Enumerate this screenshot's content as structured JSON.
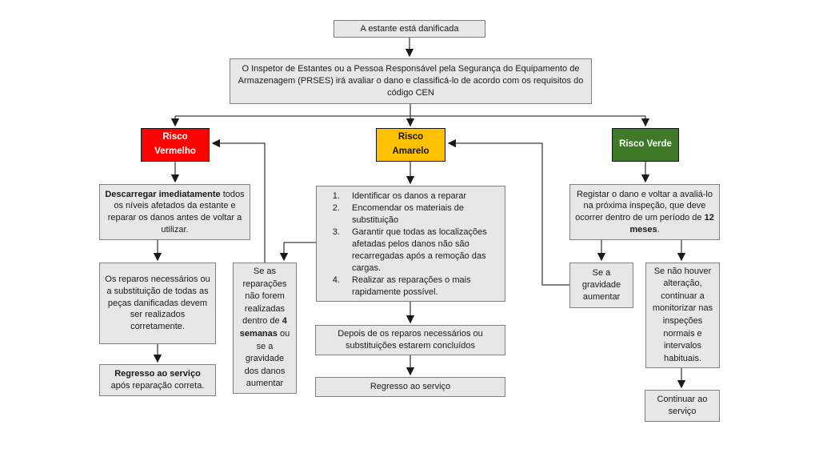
{
  "diagram": {
    "start": "A estante está danificada",
    "assessment": "O Inspetor de Estantes ou a Pessoa Responsável pela Segurança do Equipamento de Armazenagem (PRSES) irá avaliar o dano e classificá-lo de acordo com os requisitos do código CEN",
    "colors": {
      "red": "#fe0000",
      "yellow": "#ffc000",
      "green": "#3f7a28",
      "node_fill": "#e7e7e7",
      "node_border": "#7f7f7f",
      "line": "#3f3f3f"
    },
    "red": {
      "header": "Risco Vermelho",
      "unload": {
        "bold": "Descarregar imediatamente",
        "rest": "todos os níveis afetados da estante e reparar os danos antes de voltar a utilizar."
      },
      "repairs": "Os reparos necessários ou a substituição de todas as peças danificadas devem ser realizados corretamente.",
      "return": {
        "bold": "Regresso ao serviço",
        "rest": "após reparação correta."
      }
    },
    "yellow": {
      "header": "Risco Amarelo",
      "steps": [
        "Identificar os danos a reparar",
        "Encomendar os materiais de substituição",
        "Garantir que todas as localizações afetadas pelos danos não são recarregadas após a remoção das cargas.",
        "Realizar as reparações o mais rapidamente possível."
      ],
      "after_repairs": "Depois de os reparos necessários ou substituições estarem concluídos",
      "return": "Regresso ao serviço",
      "escalation": {
        "pre": "Se as reparações não forem realizadas dentro de",
        "bold": "4 semanas",
        "post": "ou se a gravidade dos danos aumentar"
      }
    },
    "green": {
      "header": "Risco Verde",
      "register": {
        "pre": "Registar o dano e voltar a avaliá-lo na próxima inspeção, que deve ocorrer dentro de um período de",
        "bold": "12 meses",
        "post": "."
      },
      "severity_increase": "Se a gravidade aumentar",
      "no_change": "Se não houver alteração, continuar a monitorizar nas inspeções normais e intervalos habituais.",
      "continue_service": "Continuar ao serviço"
    }
  }
}
